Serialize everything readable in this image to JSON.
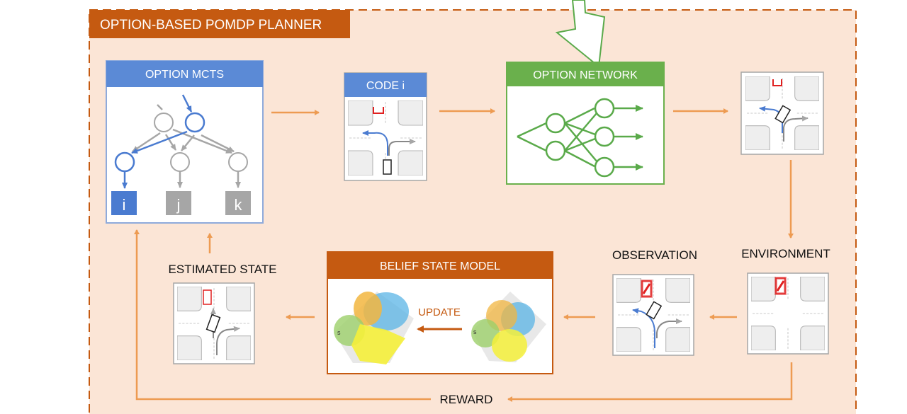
{
  "planner": {
    "title": "OPTION-BASED POMDP PLANNER"
  },
  "mcts": {
    "title": "OPTION MCTS",
    "leaves": [
      "i",
      "j",
      "k"
    ]
  },
  "code": {
    "title": "CODE i"
  },
  "network": {
    "title": "OPTION NETWORK"
  },
  "labels": {
    "environment": "ENVIRONMENT",
    "observation": "OBSERVATION",
    "estimated_state": "ESTIMATED STATE",
    "reward": "REWARD"
  },
  "belief": {
    "title": "BELIEF STATE MODEL",
    "update": "UPDATE",
    "s_left": "s",
    "s_right": "s"
  },
  "colors": {
    "outer_bg": "#fbe5d6",
    "orange": "#c55a11",
    "arrow_orange": "#ed9b52",
    "blue_header": "#5b8ad6",
    "blue_border": "#8eaadb",
    "green": "#6ab04c",
    "gray": "#a6a6a6"
  }
}
